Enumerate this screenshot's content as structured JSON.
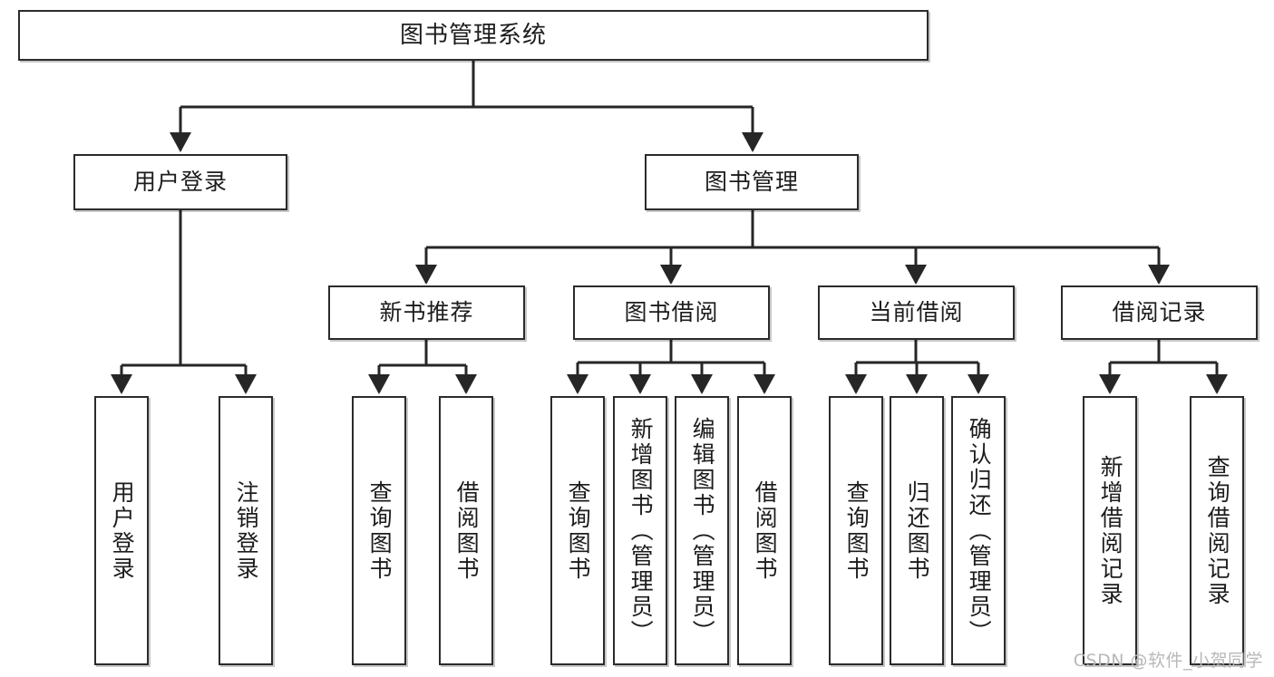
{
  "diagram": {
    "title": "图书管理系统",
    "watermark": "CSDN @软件_小贺同学",
    "colors": {
      "box_border": "#2b2b2b",
      "box_fill": "#ffffff",
      "connector": "#262626",
      "text": "#1c1c1c",
      "watermark": "#b8b8b8",
      "background": "#ffffff"
    },
    "root": {
      "label": "图书管理系统"
    },
    "level2": [
      {
        "label": "用户登录"
      },
      {
        "label": "图书管理"
      }
    ],
    "level3": [
      {
        "label": "新书推荐"
      },
      {
        "label": "图书借阅"
      },
      {
        "label": "当前借阅"
      },
      {
        "label": "借阅记录"
      }
    ],
    "leaves": {
      "user_login": [
        {
          "label": "用户登录"
        },
        {
          "label": "注销登录"
        }
      ],
      "new_book": [
        {
          "label": "查询图书"
        },
        {
          "label": "借阅图书"
        }
      ],
      "book_borrow": [
        {
          "label": "查询图书"
        },
        {
          "label": "新增图书（管理员）"
        },
        {
          "label": "编辑图书（管理员）"
        },
        {
          "label": "借阅图书"
        }
      ],
      "current_borrow": [
        {
          "label": "查询图书"
        },
        {
          "label": "归还图书"
        },
        {
          "label": "确认归还（管理员）"
        }
      ],
      "borrow_record": [
        {
          "label": "新增借阅记录"
        },
        {
          "label": "查询借阅记录"
        }
      ]
    }
  }
}
